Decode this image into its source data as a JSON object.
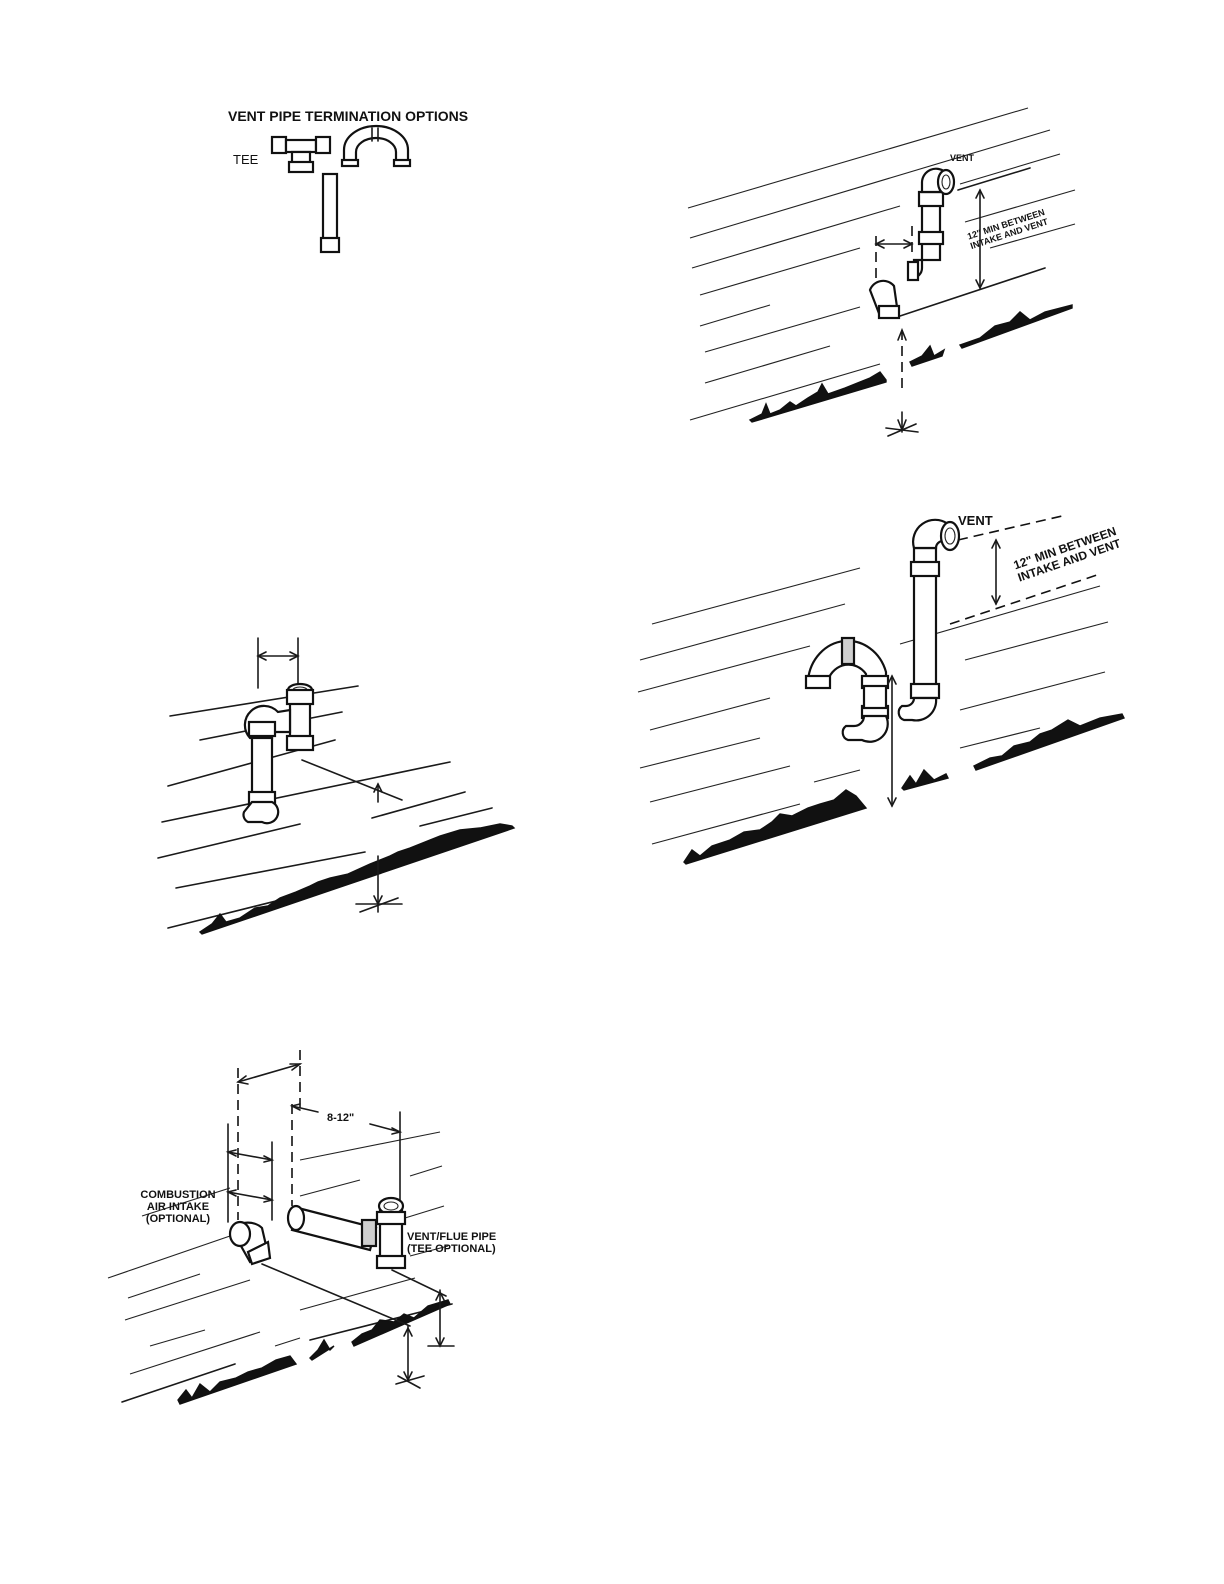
{
  "top_left": {
    "title": "VENT PIPE TERMINATION OPTIONS",
    "tee_label": "TEE"
  },
  "top_right": {
    "vent_label": "VENT",
    "clearance_line1": "12\" MIN BETWEEN",
    "clearance_line2": "INTAKE AND VENT"
  },
  "mid_right": {
    "vent_label": "VENT",
    "clearance_line1": "12\" MIN BETWEEN",
    "clearance_line2": "INTAKE AND VENT"
  },
  "bottom_left": {
    "spacing_label": "8-12\"",
    "intake_line1": "COMBUSTION",
    "intake_line2": "AIR INTAKE",
    "intake_line3": "(OPTIONAL)",
    "vent_line1": "VENT/FLUE PIPE",
    "vent_line2": "(TEE OPTIONAL)"
  }
}
